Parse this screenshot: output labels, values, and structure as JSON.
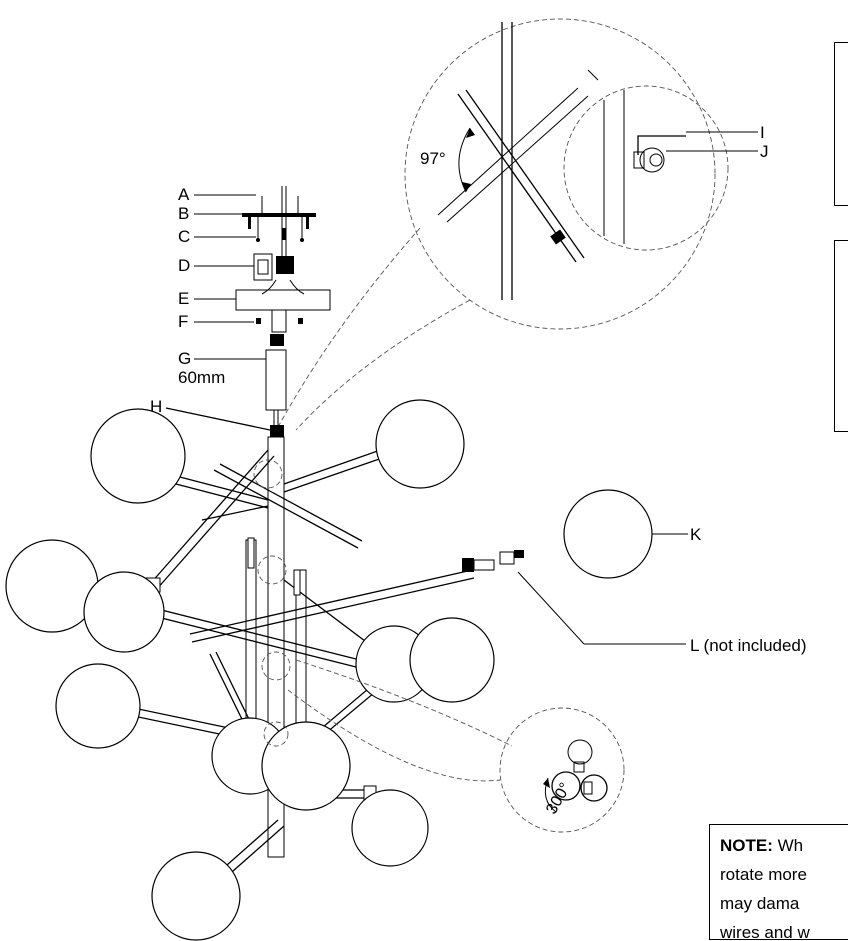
{
  "part_labels": {
    "A": "A",
    "B": "B",
    "C": "C",
    "D": "D",
    "E": "E",
    "F": "F",
    "G": "G",
    "G_size": "60mm",
    "H": "H",
    "I": "I",
    "J": "J",
    "K": "K",
    "L": "L (not included)"
  },
  "detail_angle": "97°",
  "rotation_angle": "300°",
  "note": {
    "title": "NOTE:",
    "lines": [
      "Wh",
      "rotate more",
      "may dama",
      "wires and w"
    ]
  }
}
